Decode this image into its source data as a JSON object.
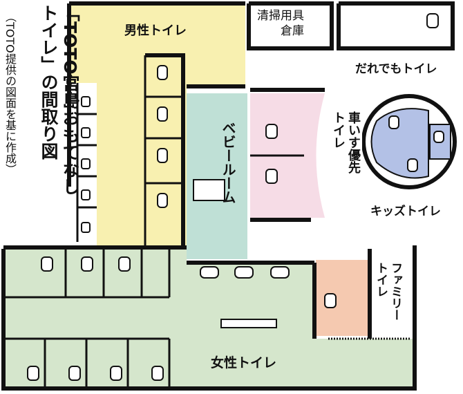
{
  "title": {
    "line1": "「TOTO宮島おもてなし",
    "line2": "トイレ」の間取り図",
    "source": "（TOTO提供の図面を基に作成）"
  },
  "rooms": {
    "mens": "男性トイレ",
    "storage_line1": "清掃用具",
    "storage_line2": "倉庫",
    "anyone": "だれでもトイレ",
    "wheelchair_line1": "車いす優先",
    "wheelchair_line2": "トイレ",
    "baby": "ベビールーム",
    "kids": "キッズトイレ",
    "family_line1": "ファミリー",
    "family_line2": "トイレ",
    "womens": "女性トイレ"
  },
  "colors": {
    "mens": "#f8f0b0",
    "baby": "#bfe0d6",
    "wheelchair": "#f6dce6",
    "kids": "#b3c1e6",
    "family": "#f5c9b0",
    "womens": "#d5e6cc"
  }
}
